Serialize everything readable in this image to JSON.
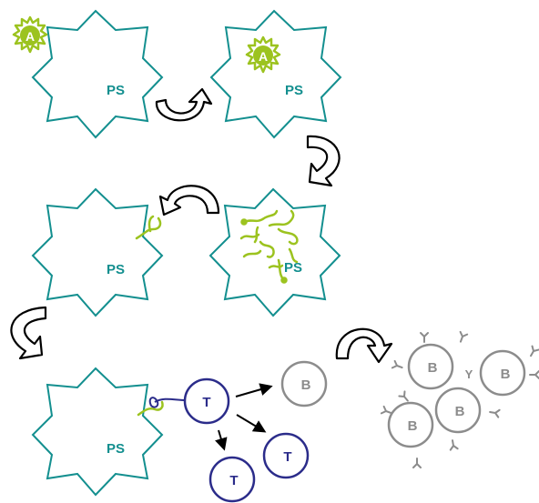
{
  "colors": {
    "cell_outline": "#138f8f",
    "antigen": "#9cc31f",
    "t_cell": "#2b2c8a",
    "b_cell": "#8c8c8c",
    "arrow": "#000000"
  },
  "labels": {
    "cell": "PS",
    "antigen": "A",
    "t_cell": "T",
    "b_cell": "B",
    "antibody": "Y"
  },
  "icons": {
    "curved_arrow": "curved-arrow-icon",
    "straight_arrow": "straight-arrow-icon",
    "antibody": "antibody-icon"
  }
}
